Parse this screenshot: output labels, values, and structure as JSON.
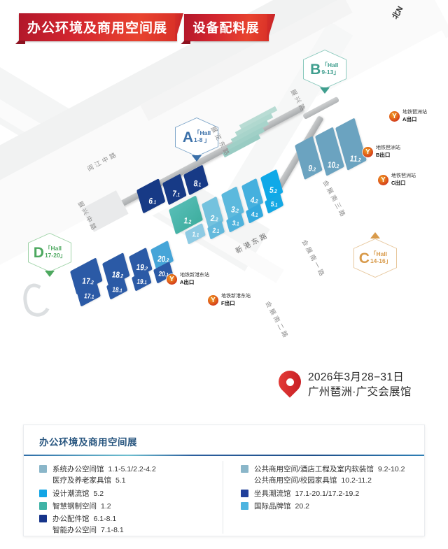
{
  "banners": [
    {
      "text": "办公环境及商用空间展"
    },
    {
      "text": "设备配料展"
    }
  ],
  "compass": {
    "label": "北N",
    "arrow_color": "#e8433f"
  },
  "map": {
    "hall_markers": [
      {
        "letter": "A",
        "label_top": "「Hall",
        "label_bottom": "1-8 」",
        "color": "#3a6fa8"
      },
      {
        "letter": "B",
        "label_top": "「Hall",
        "label_bottom": "9-13」",
        "color": "#3f9e8e"
      },
      {
        "letter": "C",
        "label_top": "「Hall",
        "label_bottom": "14-16」",
        "color": "#d89a4a"
      },
      {
        "letter": "D",
        "label_top": "「Hall",
        "label_bottom": "17-20」",
        "color": "#4da85f"
      }
    ],
    "metro_stations": [
      {
        "name": "地铁琶洲站",
        "exit": "A出口"
      },
      {
        "name": "地铁琶洲站",
        "exit": "B出口"
      },
      {
        "name": "地铁琶洲站",
        "exit": "C出口"
      },
      {
        "name": "地铁新港东站",
        "exit": "A出口"
      },
      {
        "name": "地铁新港东站",
        "exit": "F出口"
      }
    ],
    "roads": [
      {
        "name": "阅江中路"
      },
      {
        "name": "展兴中路"
      },
      {
        "name": "展览东路"
      },
      {
        "name": "新港东路"
      },
      {
        "name": "展兴路"
      },
      {
        "name": "会展南三路"
      },
      {
        "name": "会展南一路"
      },
      {
        "name": "会展南二路"
      }
    ],
    "halls": [
      {
        "id": "6.1",
        "num": "6",
        "sub": ".1",
        "color": "#173a86"
      },
      {
        "id": "7.1",
        "num": "7",
        "sub": ".1",
        "color": "#173a86"
      },
      {
        "id": "8.1",
        "num": "8",
        "sub": ".1",
        "color": "#173a86"
      },
      {
        "id": "1.1",
        "num": "1",
        "sub": ".1",
        "color": "#7fc2dd"
      },
      {
        "id": "1.2",
        "num": "1",
        "sub": ".2",
        "color": "#49b5b0"
      },
      {
        "id": "2.1",
        "num": "2",
        "sub": ".1",
        "color": "#63b9dc"
      },
      {
        "id": "2.2",
        "num": "2",
        "sub": ".2",
        "color": "#74c2de"
      },
      {
        "id": "3.1",
        "num": "3",
        "sub": ".1",
        "color": "#4fb2dc"
      },
      {
        "id": "3.2",
        "num": "3",
        "sub": ".2",
        "color": "#5cb9dd"
      },
      {
        "id": "4.1",
        "num": "4",
        "sub": ".1",
        "color": "#34a9dd"
      },
      {
        "id": "4.2",
        "num": "4",
        "sub": ".2",
        "color": "#45b0de"
      },
      {
        "id": "5.1",
        "num": "5",
        "sub": ".1",
        "color": "#14a8e4"
      },
      {
        "id": "5.2",
        "num": "5",
        "sub": ".2",
        "color": "#0fa9e8"
      },
      {
        "id": "9.2",
        "num": "9",
        "sub": ".2",
        "color": "#6ba3c0"
      },
      {
        "id": "10.2",
        "num": "10",
        "sub": ".2",
        "color": "#6ba3c0"
      },
      {
        "id": "11.2",
        "num": "11",
        "sub": ".2",
        "color": "#6ba3c0"
      },
      {
        "id": "17.1",
        "num": "17",
        "sub": ".1",
        "color": "#2b5aa6"
      },
      {
        "id": "17.2",
        "num": "17",
        "sub": ".2",
        "color": "#2b5aa6"
      },
      {
        "id": "18.1",
        "num": "18",
        "sub": ".1",
        "color": "#2b5aa6"
      },
      {
        "id": "18.2",
        "num": "18",
        "sub": ".2",
        "color": "#2b5aa6"
      },
      {
        "id": "19.1",
        "num": "19",
        "sub": ".1",
        "color": "#2b5aa6"
      },
      {
        "id": "19.2",
        "num": "19",
        "sub": ".2",
        "color": "#2b5aa6"
      },
      {
        "id": "20.1",
        "num": "20",
        "sub": ".1",
        "color": "#2b5aa6"
      },
      {
        "id": "20.2",
        "num": "20",
        "sub": ".2",
        "color": "#46a5d8"
      }
    ]
  },
  "event": {
    "date": "2026年3月28−31日",
    "venue": "广州琶洲·广交会展馆"
  },
  "legend": {
    "title": "办公环境及商用空间展",
    "left": [
      {
        "color": "#8ab6c9",
        "lines": [
          {
            "name": "系统办公空间馆",
            "halls": "1.1-5.1/2.2-4.2"
          },
          {
            "name": "医疗及养老家具馆",
            "halls": "5.1"
          }
        ]
      },
      {
        "color": "#12a5e5",
        "lines": [
          {
            "name": "设计潮流馆",
            "halls": "5.2"
          }
        ]
      },
      {
        "color": "#3fb3a6",
        "lines": [
          {
            "name": "智慧钢制空间",
            "halls": "1.2"
          }
        ]
      },
      {
        "color": "#16348a",
        "lines": [
          {
            "name": "办公配件馆",
            "halls": "6.1-8.1"
          },
          {
            "name": "智能办公空间",
            "halls": "7.1-8.1"
          }
        ]
      }
    ],
    "right": [
      {
        "color": "#8ab6c9",
        "lines": [
          {
            "name": "公共商用空间/酒店工程及室内软装馆",
            "halls": "9.2-10.2"
          },
          {
            "name": "公共商用空间/校园家具馆",
            "halls": "10.2-11.2"
          }
        ]
      },
      {
        "color": "#21409a",
        "lines": [
          {
            "name": "坐具潮流馆",
            "halls": "17.1-20.1/17.2-19.2"
          }
        ]
      },
      {
        "color": "#4cb4e0",
        "lines": [
          {
            "name": "国际品牌馆",
            "halls": "20.2"
          }
        ]
      }
    ]
  }
}
